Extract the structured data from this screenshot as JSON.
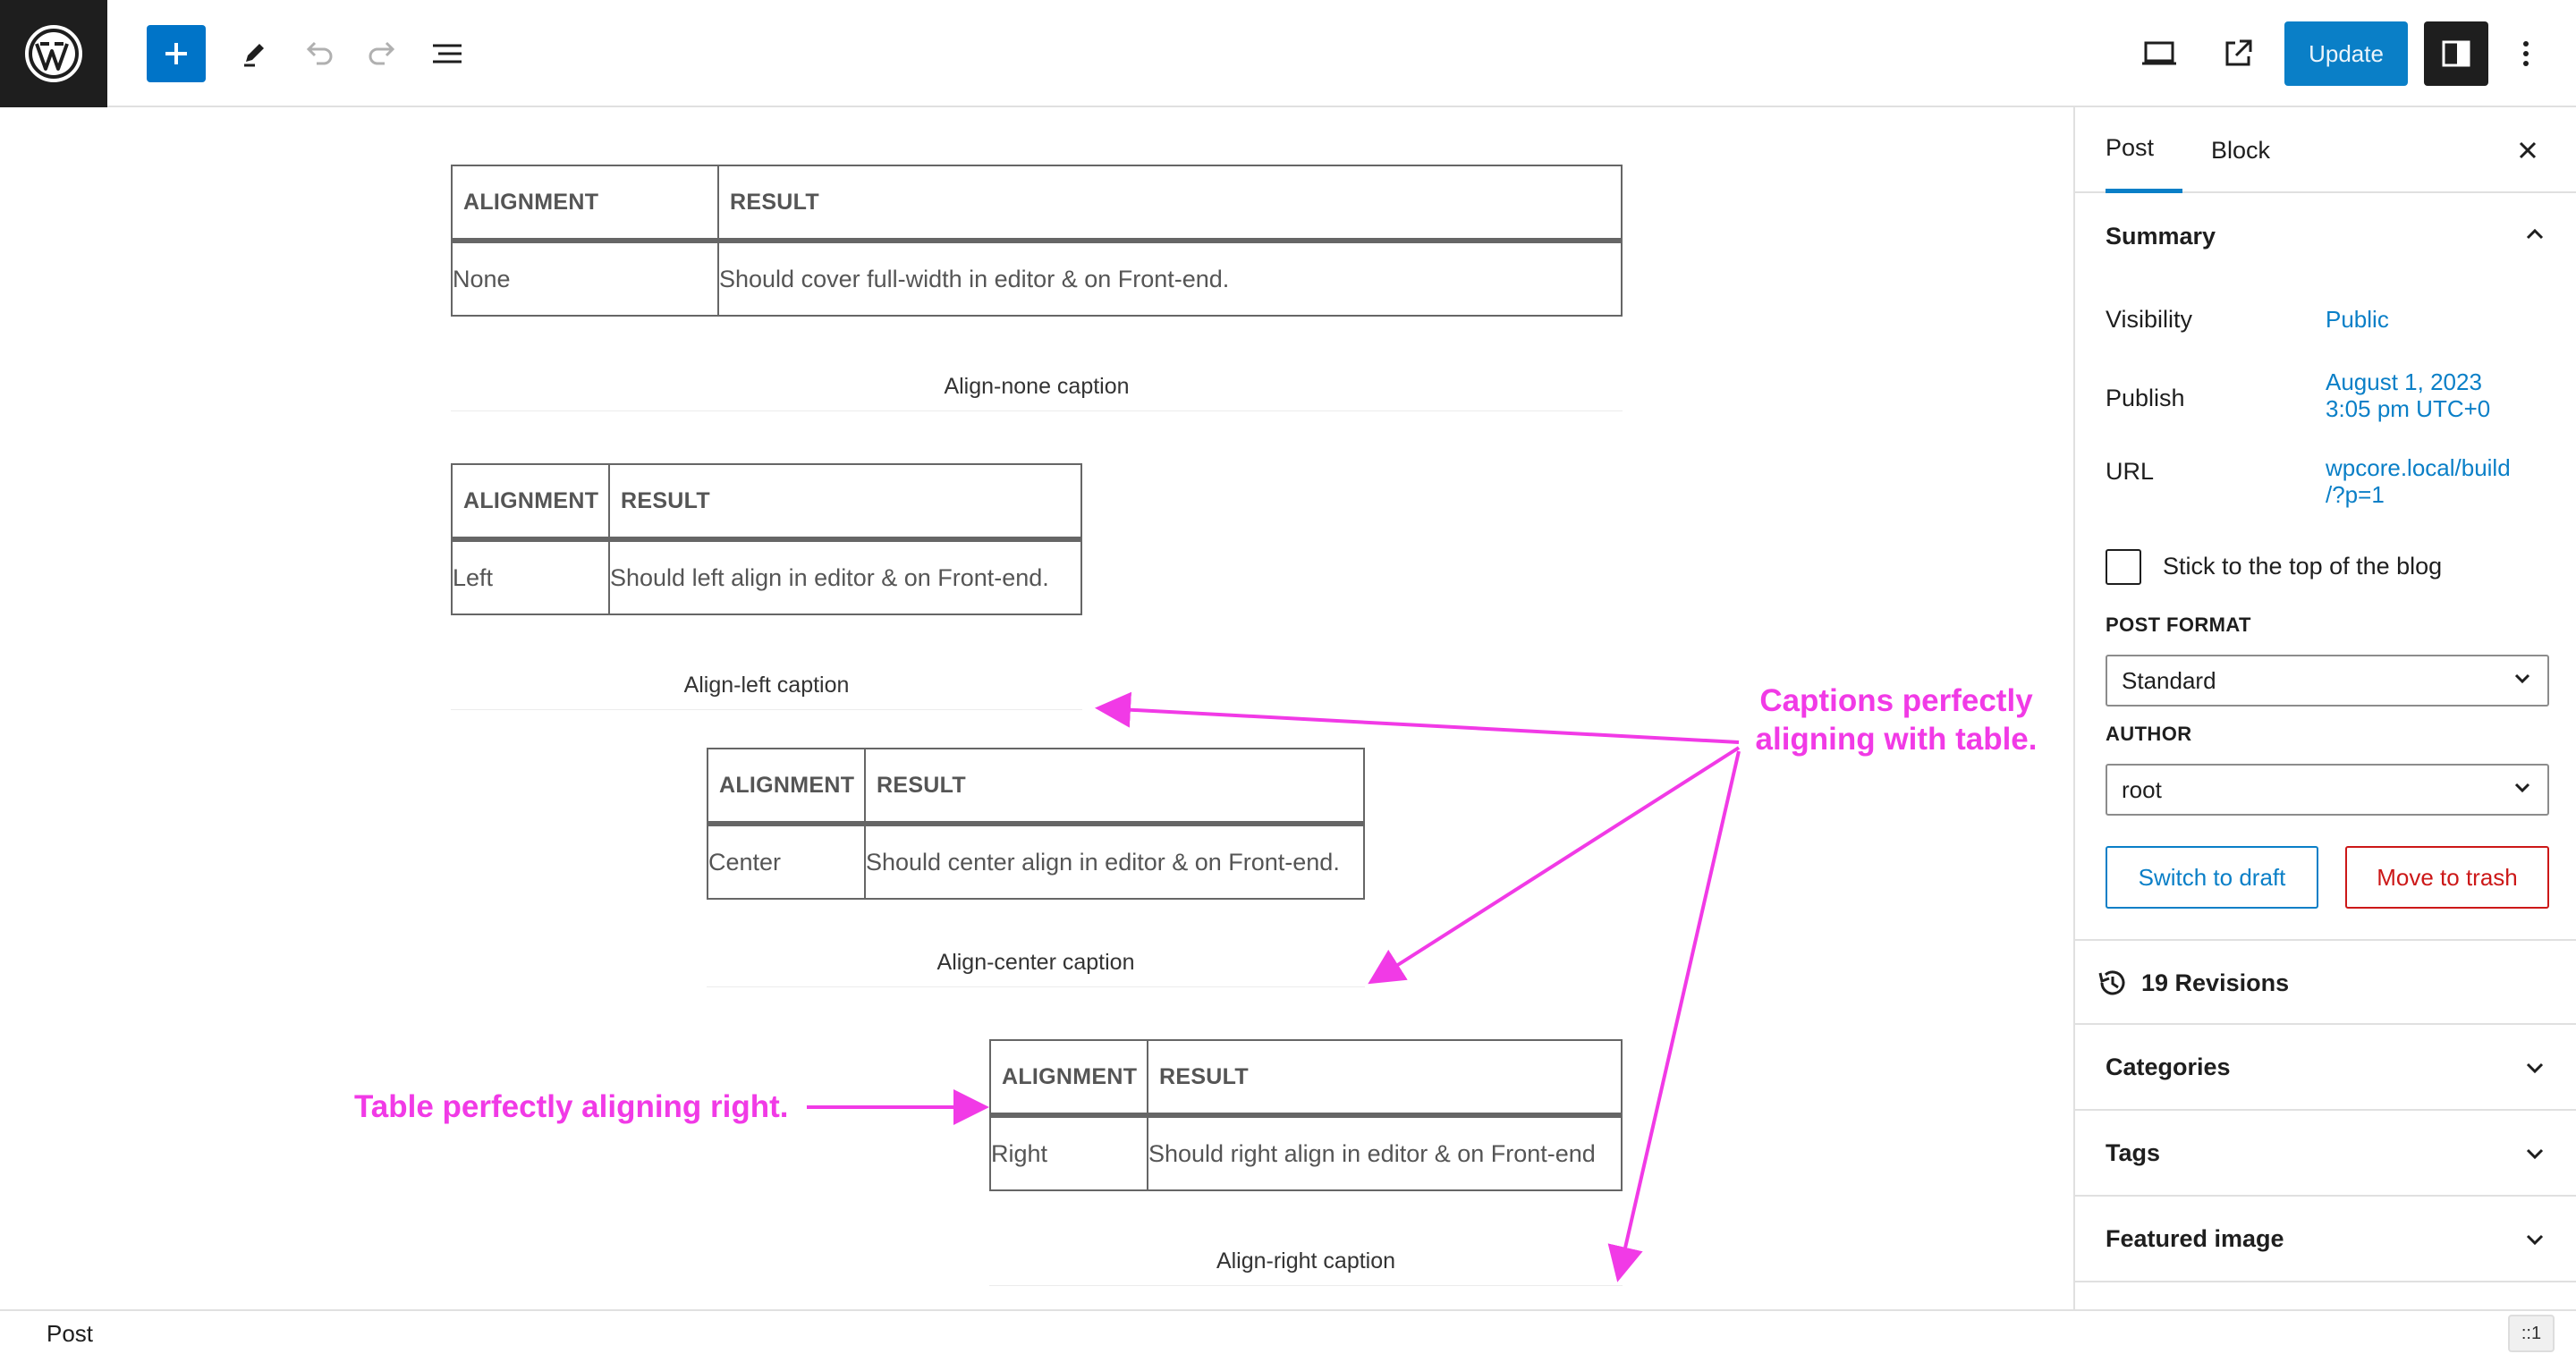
{
  "toolbar": {
    "logo_icon": "wordpress-logo-icon",
    "add_icon": "plus-icon",
    "tools_icon": "pencil-icon",
    "undo_icon": "undo-icon",
    "redo_icon": "redo-icon",
    "list_view_icon": "list-view-icon",
    "preview_icon": "desktop-preview-icon",
    "view_post_icon": "external-link-icon",
    "update_label": "Update",
    "settings_icon": "sidebar-toggle-icon",
    "options_icon": "kebab-menu-icon"
  },
  "tables": [
    {
      "header": [
        "ALIGNMENT",
        "RESULT"
      ],
      "row": [
        "None",
        "Should cover full-width in editor & on Front-end."
      ],
      "caption": "Align-none caption"
    },
    {
      "header": [
        "ALIGNMENT",
        "RESULT"
      ],
      "row": [
        "Left",
        "Should left align in editor & on Front-end."
      ],
      "caption": "Align-left caption"
    },
    {
      "header": [
        "ALIGNMENT",
        "RESULT"
      ],
      "row": [
        "Center",
        "Should center align in editor & on Front-end."
      ],
      "caption": "Align-center caption"
    },
    {
      "header": [
        "ALIGNMENT",
        "RESULT"
      ],
      "row": [
        "Right",
        "Should right align in editor & on Front-end"
      ],
      "caption": "Align-right caption"
    }
  ],
  "annotations": {
    "captions_line1": "Captions perfectly",
    "captions_line2": "aligning with table.",
    "table_right": "Table perfectly aligning right.",
    "color": "#f13ae6"
  },
  "sidebar": {
    "tabs": [
      "Post",
      "Block"
    ],
    "active_tab": "Post",
    "summary": {
      "title": "Summary",
      "visibility_label": "Visibility",
      "visibility_value": "Public",
      "publish_label": "Publish",
      "publish_date": "August 1, 2023",
      "publish_time": "3:05 pm UTC+0",
      "url_label": "URL",
      "url_line1": "wpcore.local/build",
      "url_line2": "/?p=1",
      "sticky_label": "Stick to the top of the blog",
      "post_format_label": "POST FORMAT",
      "post_format_value": "Standard",
      "author_label": "AUTHOR",
      "author_value": "root",
      "switch_draft_label": "Switch to draft",
      "trash_label": "Move to trash"
    },
    "revisions": "19 Revisions",
    "categories": "Categories",
    "tags": "Tags",
    "featured_image": "Featured image"
  },
  "statusbar": {
    "breadcrumb": "Post",
    "handle": "::1"
  },
  "colors": {
    "accent": "#0a7fc7",
    "danger": "#cc1818",
    "dark": "#1e1e1e"
  }
}
